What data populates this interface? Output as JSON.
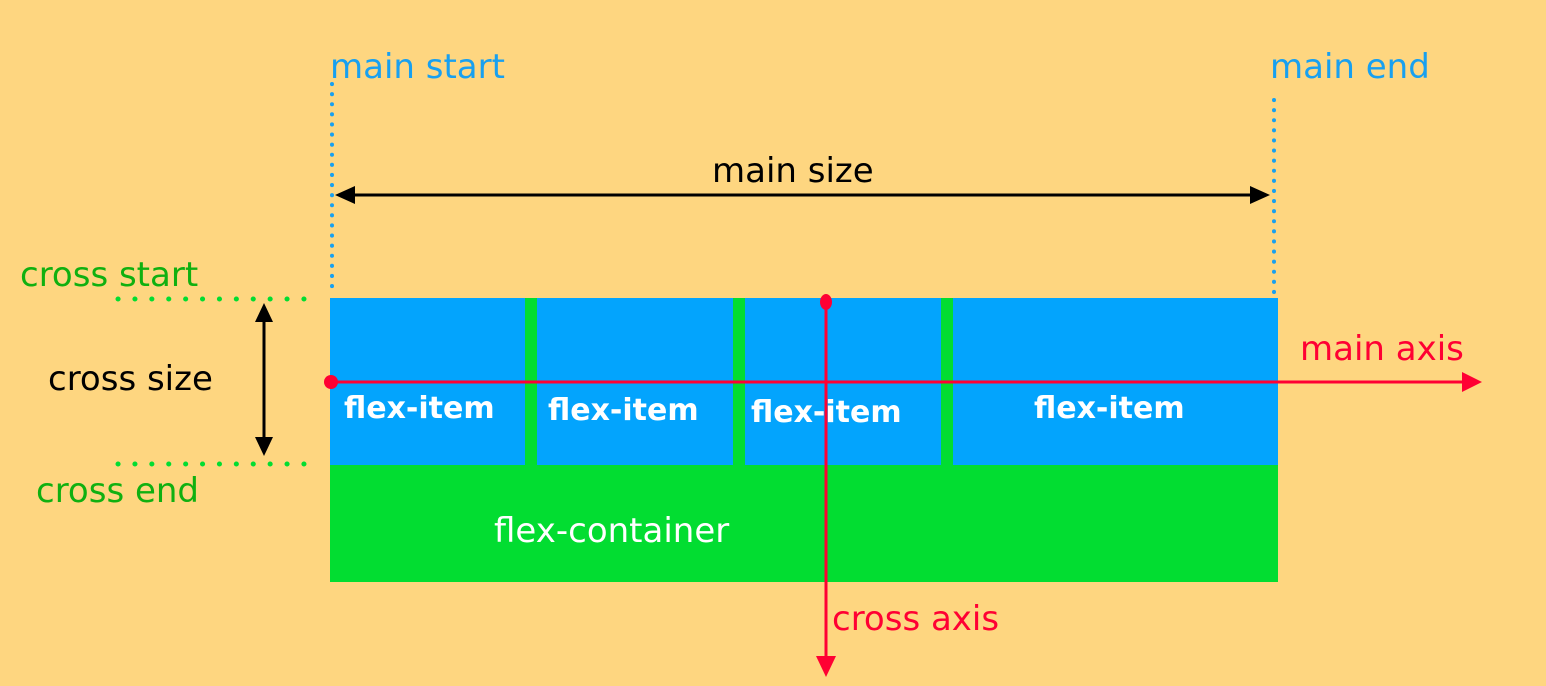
{
  "labels": {
    "main_start": "main start",
    "main_end": "main end",
    "main_size": "main size",
    "cross_start": "cross start",
    "cross_size": "cross size",
    "cross_end": "cross end",
    "main_axis": "main axis",
    "cross_axis": "cross axis",
    "flex_container": "flex-container"
  },
  "items": [
    "flex-item",
    "flex-item",
    "flex-item",
    "flex-item"
  ],
  "colors": {
    "background": "#FED680",
    "item": "#03A4FD",
    "container": "#02DD31",
    "axis": "#FF0033",
    "main_marker": "#18A0F0",
    "cross_marker": "#10B010",
    "size": "#000000"
  }
}
